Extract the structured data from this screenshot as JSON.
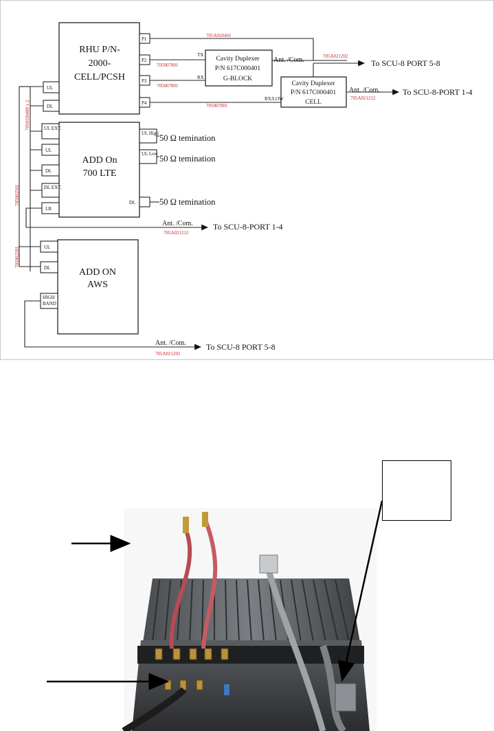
{
  "diagram": {
    "rhu": {
      "lines": [
        "RHU P/N-",
        "2000-",
        "CELL/PCSH"
      ],
      "ports": [
        "P1",
        "P2",
        "P3",
        "P4"
      ],
      "left_ports": [
        "UL",
        "DL"
      ]
    },
    "duplexer_gblock": {
      "lines": [
        "Cavity Duplexer",
        "P/N 617C000401",
        "G-BLOCK"
      ],
      "ports": [
        "TX",
        "RX"
      ],
      "ant": "Ant. /Com."
    },
    "duplexer_cell": {
      "lines": [
        "Cavity Duplexer",
        "P/N 617C000401",
        "CELL"
      ],
      "ports": [
        "RX/LOW"
      ],
      "ant": "Ant. /Com."
    },
    "lte": {
      "lines": [
        "ADD On",
        "700 LTE"
      ],
      "left_ports": [
        "UL EXT.",
        "UL",
        "DL",
        "DL EXT.",
        "LB"
      ],
      "right_ports": [
        "UL High",
        "UL Low",
        "DL"
      ]
    },
    "aws": {
      "lines": [
        "ADD ON",
        "AWS"
      ],
      "left_ports": [
        "UL",
        "DL",
        "HIGH BAND"
      ]
    },
    "terminations": [
      "50 Ω temination",
      "50 Ω temination",
      "50 Ω temination"
    ],
    "destinations": [
      "To SCU-8 PORT 5-8",
      "To SCU-8-PORT 1-4",
      "To SCU-8-PORT 1-4",
      "To SCU-8 PORT 5-8"
    ],
    "ant_labels": [
      "Ant. /Com.",
      "Ant. /Com.",
      "Ant. /Com."
    ],
    "red_part_numbers": {
      "p1": "705A020401",
      "p2": "705007801",
      "p3": "705007801",
      "p4": "705007801",
      "gblock_out": "705A021202",
      "cell_out": "705A021212",
      "lte_out": "705A021212",
      "aws_out": "705A021202",
      "vertical_main": "70501I0400 x 2",
      "vertical_mid": "705002501",
      "vertical_low": "705002501"
    },
    "colors": {
      "part_number": "#c2272d",
      "line": "#222222"
    }
  },
  "photo": {
    "description_icons": [
      "heatsink-amplifier-unit",
      "arrow-icon"
    ]
  }
}
